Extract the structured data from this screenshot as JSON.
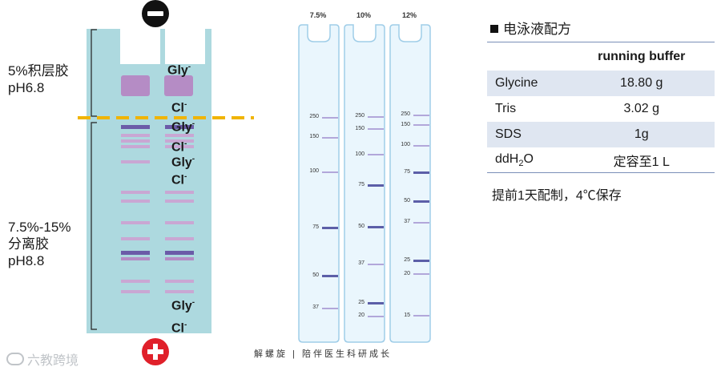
{
  "gel": {
    "stacking_label": [
      "5%积层胶",
      "pH6.8"
    ],
    "separating_label": [
      "7.5%-15%",
      "分离胶",
      "pH8.8"
    ],
    "ions": {
      "gly_1": "Gly",
      "cl_1": "Cl",
      "gly_2": "Gly",
      "cl_2": "Cl",
      "gly_3": "Gly",
      "cl_3": "Cl",
      "gly_4": "Gly",
      "cl_4": "Cl",
      "charge": "-"
    },
    "colors": {
      "gel": "#add9df",
      "band": "#b58cc5",
      "band_dark": "#6b5ba8",
      "divider": "#f0b400"
    }
  },
  "markers": {
    "lanes": [
      {
        "percent": "7.5%",
        "bands": [
          {
            "mw": "250",
            "rel": 0.11,
            "dark": false
          },
          {
            "mw": "150",
            "rel": 0.16,
            "dark": false
          },
          {
            "mw": "100",
            "rel": 0.205,
            "dark": false
          },
          {
            "mw": "75",
            "rel": 0.37,
            "dark": true
          },
          {
            "mw": "50",
            "rel": 0.62,
            "dark": true
          },
          {
            "mw": "37",
            "rel": 0.92,
            "dark": false
          }
        ]
      },
      {
        "percent": "10%",
        "bands": [
          {
            "mw": "250",
            "rel": 0.12,
            "dark": false
          },
          {
            "mw": "150",
            "rel": 0.155,
            "dark": false
          },
          {
            "mw": "100",
            "rel": 0.17,
            "dark": false
          },
          {
            "mw": "75",
            "rel": 0.23,
            "dark": true
          },
          {
            "mw": "50",
            "rel": 0.32,
            "dark": true
          },
          {
            "mw": "37",
            "rel": 0.35,
            "dark": false
          },
          {
            "mw": "25",
            "rel": 0.38,
            "dark": true
          },
          {
            "mw": "20",
            "rel": 0.42,
            "dark": false
          }
        ]
      },
      {
        "percent": "12%",
        "bands": [
          {
            "mw": "250",
            "rel": 0.1,
            "dark": false
          },
          {
            "mw": "150",
            "rel": 0.13,
            "dark": false
          },
          {
            "mw": "100",
            "rel": 0.19,
            "dark": false
          },
          {
            "mw": "75",
            "rel": 0.29,
            "dark": true
          },
          {
            "mw": "50",
            "rel": 0.41,
            "dark": true
          },
          {
            "mw": "37",
            "rel": 0.48,
            "dark": false
          },
          {
            "mw": "25",
            "rel": 0.63,
            "dark": true
          },
          {
            "mw": "20",
            "rel": 0.7,
            "dark": false
          },
          {
            "mw": "15",
            "rel": 0.93,
            "dark": false
          }
        ]
      }
    ]
  },
  "recipe": {
    "title": "电泳液配方",
    "header": "running buffer",
    "rows": [
      {
        "name": "Glycine",
        "value": "18.80 g"
      },
      {
        "name": "Tris",
        "value": "3.02 g"
      },
      {
        "name": "SDS",
        "value": "1g"
      },
      {
        "name_main": "ddH",
        "name_sub": "2",
        "name_end": "O",
        "value": "定容至1 L"
      }
    ],
    "note": "提前1天配制，4℃保存"
  },
  "footer": "解螺旋 | 陪伴医生科研成长",
  "watermark": "六教跨境"
}
